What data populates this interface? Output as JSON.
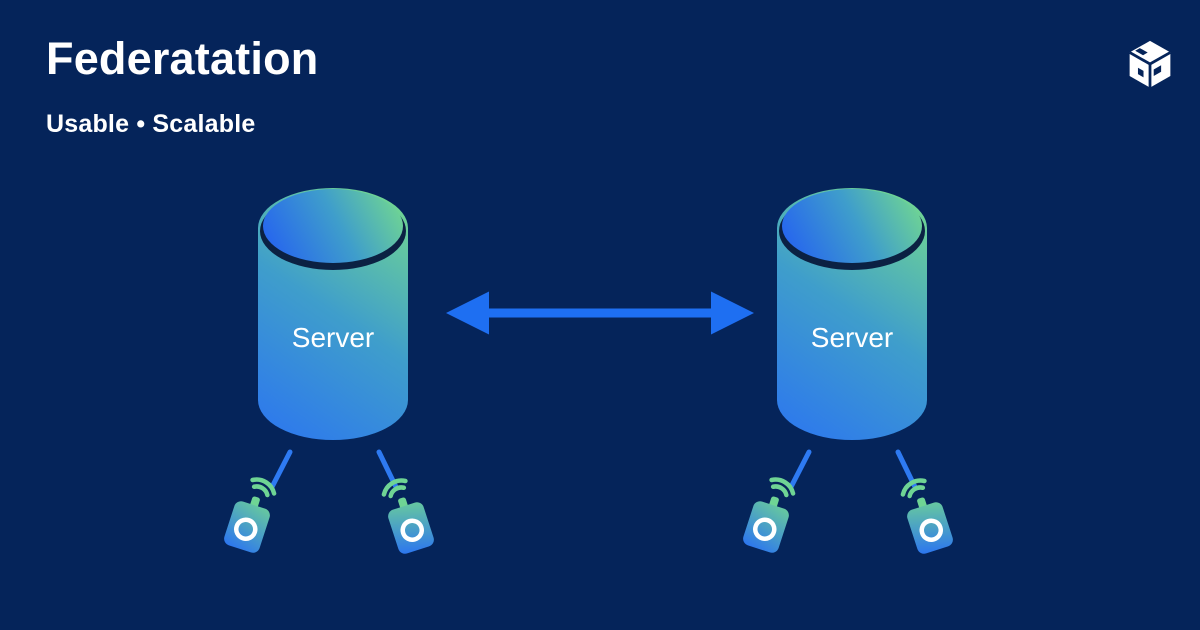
{
  "page": {
    "title": "Federatation",
    "subtitle": "Usable • Scalable"
  },
  "header_logo": {
    "icon": "cube-logo-icon"
  },
  "diagram": {
    "type": "federation-topology",
    "servers": [
      {
        "label": "Server",
        "connected_devices": 2
      },
      {
        "label": "Server",
        "connected_devices": 2
      }
    ],
    "connection": {
      "icon": "double-arrow-icon",
      "style": "bidirectional"
    },
    "icons": {
      "device": "remote-device-icon",
      "wifi": "wifi-signal-icon"
    }
  },
  "colors": {
    "bg": "#05245A",
    "text": "#FFFFFF",
    "green": "#6FD494",
    "blue": "#2B74F1",
    "arrow": "#1E6FF2",
    "line": "#2E7AF2",
    "rim": "#0B2143"
  }
}
